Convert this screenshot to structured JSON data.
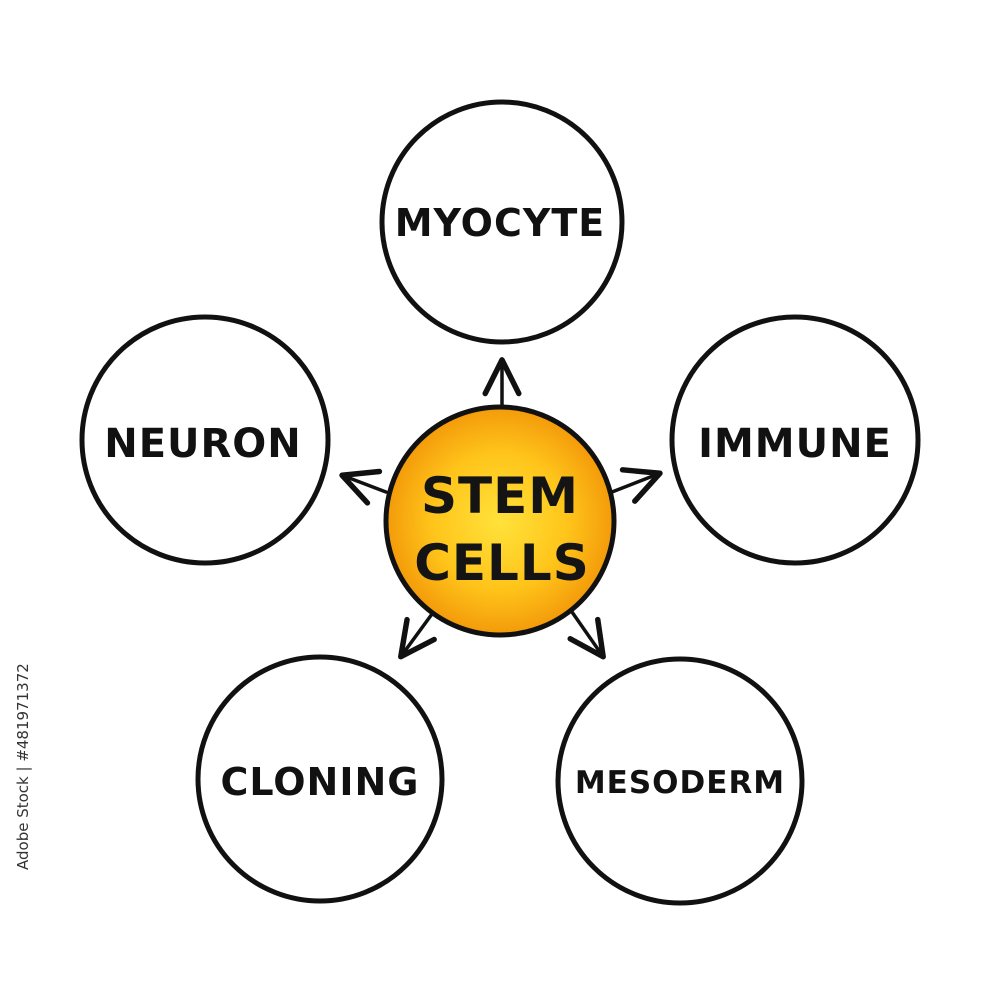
{
  "diagram": {
    "center": {
      "line1": "STEM",
      "line2": "CELLS",
      "fill_outer": "#f6a20a",
      "fill_inner": "#ffd21e"
    },
    "nodes": [
      {
        "id": "myocyte",
        "label": "MYOCYTE"
      },
      {
        "id": "immune",
        "label": "IMMUNE"
      },
      {
        "id": "mesoderm",
        "label": "MESODERM"
      },
      {
        "id": "cloning",
        "label": "CLONING"
      },
      {
        "id": "neuron",
        "label": "NEURON"
      }
    ],
    "stroke_color": "#111111"
  },
  "stock_id": "Adobe Stock | #481971372"
}
